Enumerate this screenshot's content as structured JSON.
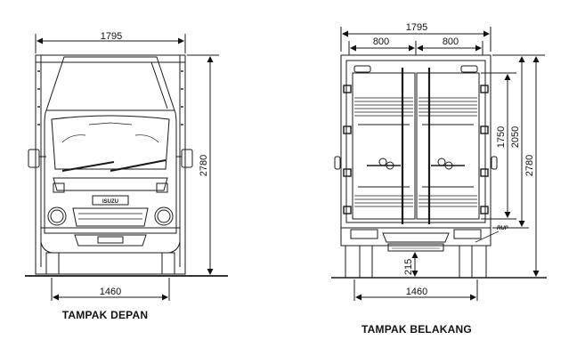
{
  "front": {
    "caption": "TAMPAK DEPAN",
    "width_label": "1795",
    "height_label": "2780",
    "track_label": "1460",
    "brand_label": "ISUZU"
  },
  "rear": {
    "caption": "TAMPAK BELAKANG",
    "width_label": "1795",
    "half_left_label": "800",
    "half_right_label": "800",
    "door_height_label": "1750",
    "box_height_label": "2050",
    "height_label": "2780",
    "track_label": "1460",
    "ground_clearance_label": "215",
    "rup_label": "RUP"
  },
  "colors": {
    "line": "#1a1a1a",
    "background": "#ffffff"
  }
}
